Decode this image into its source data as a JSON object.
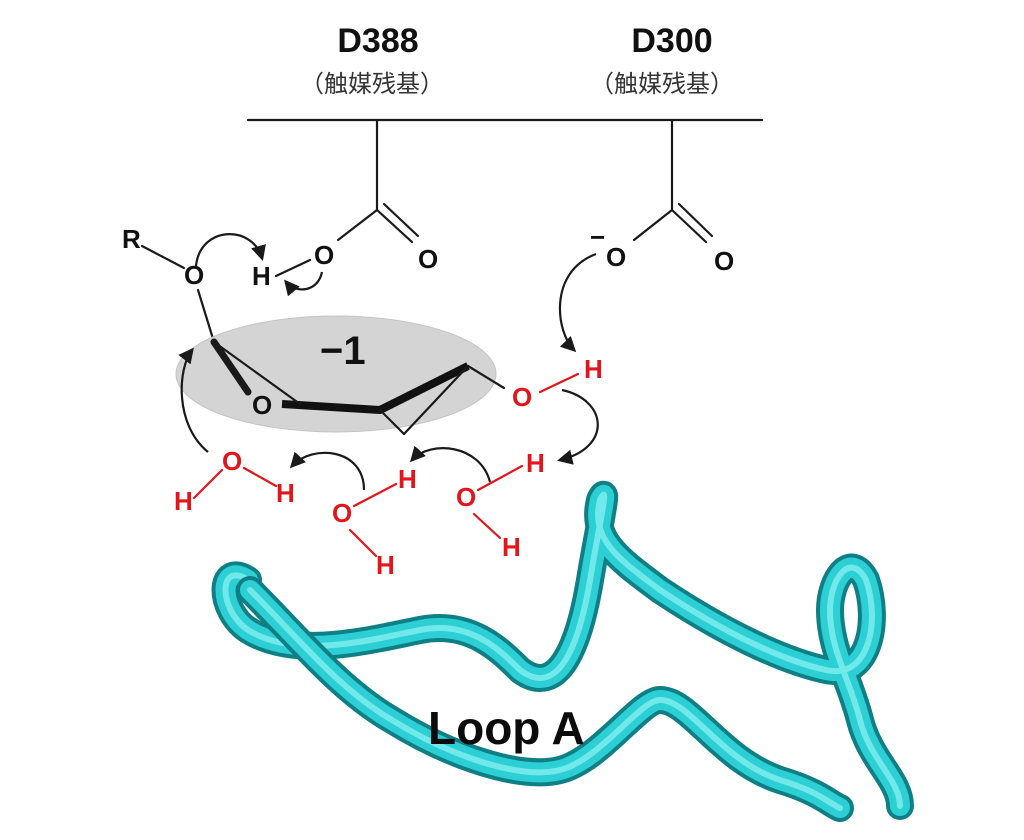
{
  "residues": [
    {
      "name": "D388",
      "role": "（触媒残基）"
    },
    {
      "name": "D300",
      "role": "（触媒残基）"
    }
  ],
  "atoms": {
    "R": "R",
    "O": "O",
    "H": "H",
    "minus": "−"
  },
  "subsite_label": "−1",
  "loop_label": "Loop A",
  "colors": {
    "water_red": "#e3151a",
    "subsite_gray": "#d4d4d4",
    "loop_cyan": "#26c6cc",
    "loop_dark": "#0f8a91"
  }
}
